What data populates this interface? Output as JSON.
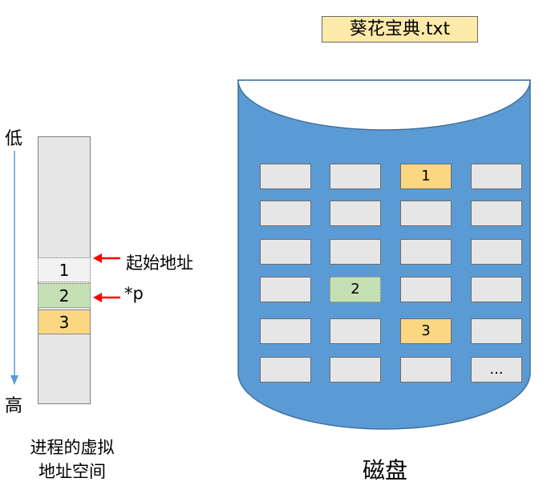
{
  "file": {
    "name": "葵花宝典.txt"
  },
  "virtual_space": {
    "low_label": "低",
    "high_label": "高",
    "caption_line1": "进程的虚拟",
    "caption_line2": "地址空间",
    "segments": [
      "1",
      "2",
      "3"
    ],
    "start_address_label": "起始地址",
    "pointer_label": "*p"
  },
  "disk": {
    "caption": "磁盘",
    "blocks": [
      [
        "",
        "",
        "1",
        ""
      ],
      [
        "",
        "",
        "",
        ""
      ],
      [
        "",
        "",
        "",
        ""
      ],
      [
        "",
        "2",
        "",
        ""
      ],
      [
        "",
        "",
        "3",
        ""
      ],
      [
        "",
        "",
        "",
        "..."
      ]
    ]
  },
  "colors": {
    "disk_blue": "#5b9bd5",
    "block_gray": "#e6e6e6",
    "block_yellow": "#fcd782",
    "block_green": "#c5e0b4",
    "arrow_red": "#ff0000",
    "axis_blue": "#5b9bd5"
  }
}
